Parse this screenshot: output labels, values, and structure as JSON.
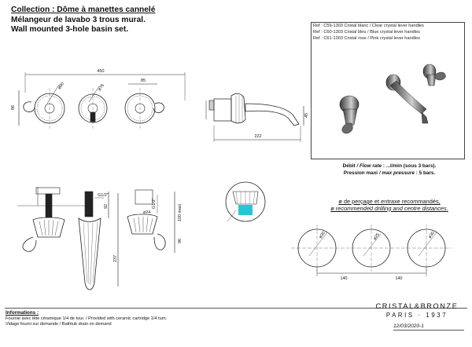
{
  "title": {
    "collection": "Collection : Dôme à manettes cannelé",
    "fr": "Mélangeur de lavabo 3 trous mural.",
    "en": "Wall mounted 3-hole basin set."
  },
  "references": [
    "Ref : C59-1303 Cristal blanc / Clear crystal lever handles",
    "Ref : C60-1303 Cristal bleu / Blue crystal lever handles",
    "Ref : C61-1303 Cristal rose / Pink crystal lever handles"
  ],
  "flow": {
    "line1_label": "Débit",
    "line1_label_en": "/ Flow rate",
    "line1_value": ": ...l/min (sous 3 bars).",
    "line2_label": "Pression maxi",
    "line2_label_en": "/ max pressure",
    "line2_value": ": 5 bars."
  },
  "drilling": {
    "fr": "ø de perçage et entraxe recommandés,",
    "en": "ø recommended drilling and centre distances."
  },
  "info": {
    "heading": "Informations :",
    "line1": "Fournie avec tête céramique 1/4 de tour. / Provided with ceramic cartridge 1/4 turn.",
    "line2": "Vidage fourni sur demande  / Bathtub drain on demand"
  },
  "brand": {
    "name": "CRISTAL&BRONZE",
    "sub": "PARIS · 1937"
  },
  "date": "12/03/2020-1",
  "dims": {
    "overall": "450",
    "d1": "ø80",
    "d2": "ø76",
    "d3": "85",
    "h_front": "86",
    "h_side": "45",
    "spout": "222",
    "thread1": "G1/2\"",
    "thread2": "G1/2\"",
    "dia24": "ø24",
    "h92": "92",
    "h100": "100 maxi",
    "h237": "237",
    "h96": "96",
    "drill_a": "ø30",
    "drill_b": "ø25",
    "drill_c": "ø30",
    "span_a": "140",
    "span_b": "140"
  },
  "colors": {
    "line": "#222222",
    "crystal": "#26c6d4",
    "dark": "#2a2a2a",
    "metal": "#8a8a8a"
  }
}
